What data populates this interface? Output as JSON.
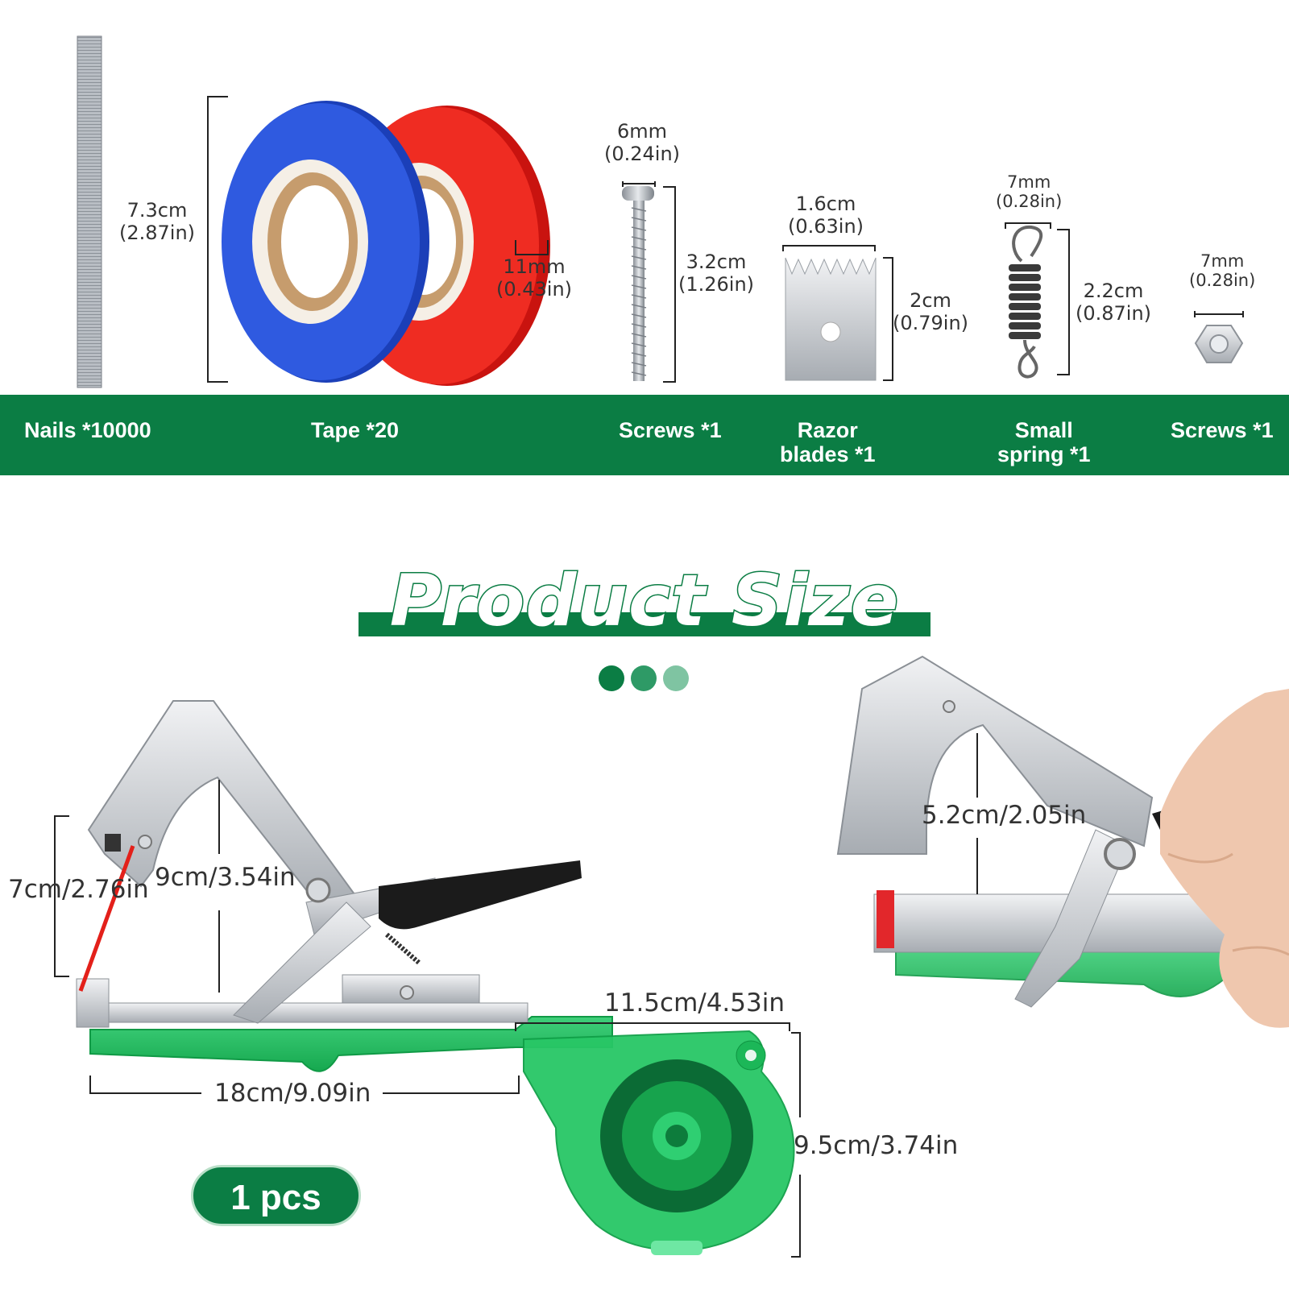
{
  "parts": [
    {
      "label": "Nails *10000",
      "dims": [
        "7.3cm",
        "(2.87in)"
      ]
    },
    {
      "label": "Tape *20",
      "dims": [
        "11mm",
        "(0.43in)"
      ]
    },
    {
      "label": "Screws *1",
      "dims_top": [
        "6mm",
        "(0.24in)"
      ],
      "dims_side": [
        "3.2cm",
        "(1.26in)"
      ]
    },
    {
      "label_lines": [
        "Razor",
        "blades *1"
      ],
      "dims_top": [
        "1.6cm",
        "(0.63in)"
      ],
      "dims_side": [
        "2cm",
        "(0.79in)"
      ]
    },
    {
      "label_lines": [
        "Small",
        "spring *1"
      ],
      "dims_top": [
        "7mm",
        "(0.28in)"
      ],
      "dims_side": [
        "2.2cm",
        "(0.87in)"
      ]
    },
    {
      "label": "Screws *1",
      "dims_top": [
        "7mm",
        "(0.28in)"
      ]
    }
  ],
  "section_title": "Product Size",
  "tool_dims": {
    "height_left": "7cm/2.76in",
    "height_mid": "9cm/3.54in",
    "length": "18cm/9.09in",
    "tail": "11.5cm/4.53in",
    "reel": "9.5cm/3.74in",
    "jaw": "5.2cm/2.05in"
  },
  "quantity": "1 pcs",
  "colors": {
    "brand_green": "#0b7d44",
    "dot_1": "#0b7d44",
    "dot_2": "#2e9a66",
    "dot_3": "#7fc4a2",
    "tape_blue": "#2450d8",
    "tape_red": "#e8231c"
  }
}
